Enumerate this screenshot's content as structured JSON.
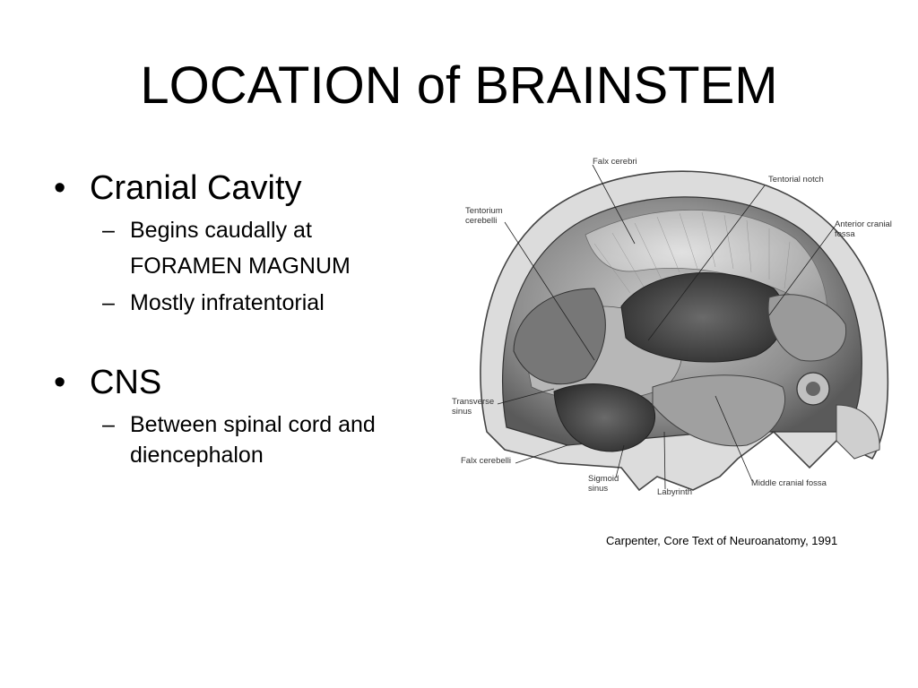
{
  "title": "LOCATION of BRAINSTEM",
  "bullets": [
    {
      "text": "Cranial Cavity",
      "sub": [
        {
          "lines": [
            "Begins caudally at",
            "FORAMEN MAGNUM"
          ]
        },
        {
          "lines": [
            "Mostly infratentorial"
          ]
        }
      ]
    },
    {
      "text": "CNS",
      "sub": [
        {
          "lines": [
            "Between spinal cord and",
            "diencephalon"
          ]
        }
      ]
    }
  ],
  "bullet_glyph": "•",
  "dash_glyph": "–",
  "figure": {
    "labels": {
      "falx_cerebri": "Falx cerebri",
      "tentorial_notch": "Tentorial notch",
      "tentorium_1": "Tentorium",
      "tentorium_2": "cerebelli",
      "anterior_fossa_1": "Anterior cranial",
      "anterior_fossa_2": "fossa",
      "transverse_1": "Transverse",
      "transverse_2": "sinus",
      "falx_cerebelli": "Falx cerebelli",
      "sigmoid_1": "Sigmoid",
      "sigmoid_2": "sinus",
      "labyrinth": "Labyrinth",
      "middle_fossa": "Middle cranial fossa"
    }
  },
  "caption": "Carpenter, Core Text of Neuroanatomy, 1991"
}
